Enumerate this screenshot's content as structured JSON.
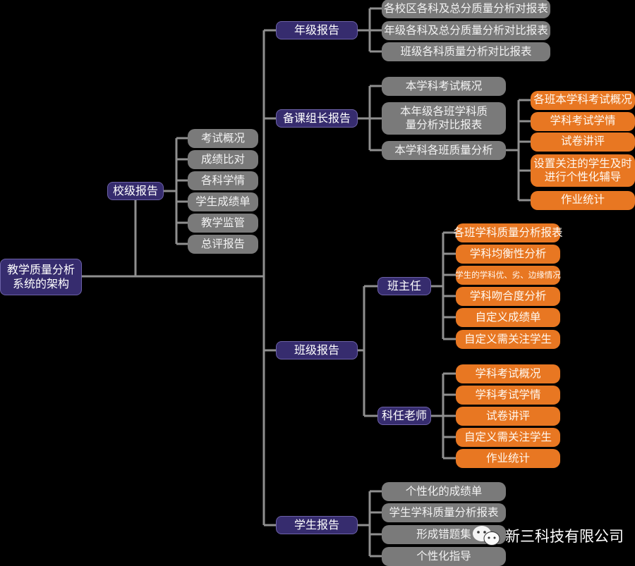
{
  "colors": {
    "root_node": "#362c6e",
    "gray_node": "#7a7a7a",
    "orange_node": "#e87722",
    "connector": "#8f8f8f",
    "background": "#000000"
  },
  "root": {
    "label": "教学质量分析系统的架构"
  },
  "school_report": {
    "label": "校级报告",
    "items": [
      "考试概况",
      "成绩比对",
      "各科学情",
      "学生成绩单",
      "教学监管",
      "总评报告"
    ]
  },
  "grade_report": {
    "label": "年级报告",
    "items": [
      "各校区各科及总分质量分析对报表",
      "年级各科及总分质量分析对比报表",
      "班级各科质量分析对比报表"
    ]
  },
  "lesson_leader_report": {
    "label": "备课组长报告",
    "items": [
      "本学科考试概况",
      "本年级各班学科质量分析对比报表",
      "本学科各班质量分析"
    ],
    "sub_items": [
      "各班本学科考试概况",
      "学科考试学情",
      "试卷讲评",
      "设置关注的学生及时进行个性化辅导",
      "作业统计"
    ]
  },
  "class_report": {
    "label": "班级报告",
    "head_teacher": {
      "label": "班主任",
      "items": [
        "各班学科质量分析报表",
        "学科均衡性分析",
        "学生的学科优、劣、边缘情况",
        "学科吻合度分析",
        "自定义成绩单",
        "自定义需关注学生"
      ]
    },
    "subject_teacher": {
      "label": "科任老师",
      "items": [
        "学科考试概况",
        "学科考试学情",
        "试卷讲评",
        "自定义需关注学生",
        "作业统计"
      ]
    }
  },
  "student_report": {
    "label": "学生报告",
    "items": [
      "个性化的成绩单",
      "学生学科质量分析报表",
      "形成错题集",
      "个性化指导"
    ]
  },
  "watermark": {
    "icon": "wechat-icon",
    "text": "新三科技有限公司"
  }
}
